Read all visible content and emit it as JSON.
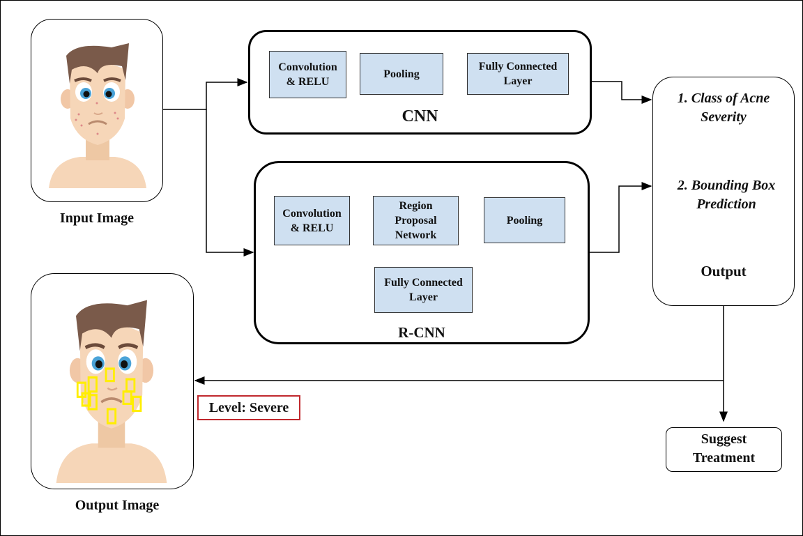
{
  "input_image": {
    "label": "Input Image"
  },
  "output_image": {
    "label": "Output Image",
    "level_label": "Level: Severe"
  },
  "cnn": {
    "title": "CNN",
    "blocks": [
      "Convolution\n& RELU",
      "Pooling",
      "Fully Connected\nLayer"
    ]
  },
  "rcnn": {
    "title": "R-CNN",
    "blocks": [
      "Convolution\n& RELU",
      "Region\nProposal\nNetwork",
      "Pooling",
      "Fully Connected\nLayer"
    ]
  },
  "output": {
    "items": [
      "1. Class of Acne\nSeverity",
      "2. Bounding Box\nPrediction"
    ],
    "title": "Output"
  },
  "treatment": {
    "label": "Suggest\nTreatment"
  },
  "colors": {
    "block_fill": "#cfe0f1",
    "level_border": "#c0282d",
    "detection_box": "#ffee00"
  }
}
